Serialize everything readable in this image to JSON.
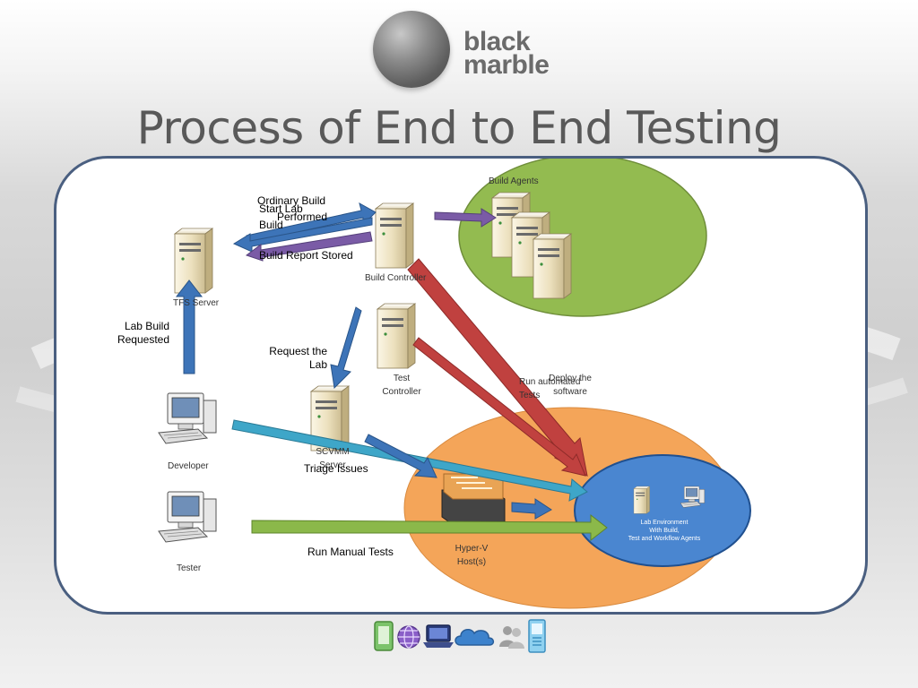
{
  "logo": {
    "line1": "black",
    "line2": "marble"
  },
  "title": "Process of End to End Testing",
  "diagram": {
    "labels": {
      "build_agents": "Build Agents",
      "ordinary_build": "Ordinary Build",
      "start_lab": "Start Lab",
      "performed": "Performed",
      "build": "Build",
      "build_report_stored": "Build Report Stored",
      "build_controller": "Build Controller",
      "tfs_server": "TFS Server",
      "lab_build_requested": "Lab Build\nRequested",
      "request_the_lab": "Request the\nLab",
      "test_controller": "Test\nController",
      "run_automated_tests": "Run automated\nTests",
      "deploy_the_software": "Deploy the\nsoftware",
      "developer": "Developer",
      "scvmm_server": "SCVMM\nServer",
      "triage_issues": "Triage Issues",
      "tester": "Tester",
      "run_manual_tests": "Run Manual Tests",
      "hyperv_hosts": "Hyper-V\nHost(s)",
      "lab_environment": "Lab Environment\nWith Build,\nTest and Workflow Agents"
    },
    "colors": {
      "blue_arrow": "#3d74b8",
      "purple_arrow": "#7a5ba6",
      "red_arrow": "#c0413f",
      "teal_arrow": "#3ea6c8",
      "green_arrow": "#8bb84a",
      "build_agents_ellipse": "#93bb50",
      "hyperv_ellipse": "#f4a559",
      "lab_ellipse": "#4a86d0",
      "panel_border": "#4a5f80"
    }
  },
  "footer": {
    "icons": [
      "phone-icon",
      "globe-icon",
      "laptop-icon",
      "cloud-icon",
      "people-icon",
      "mobile-device-icon"
    ]
  }
}
